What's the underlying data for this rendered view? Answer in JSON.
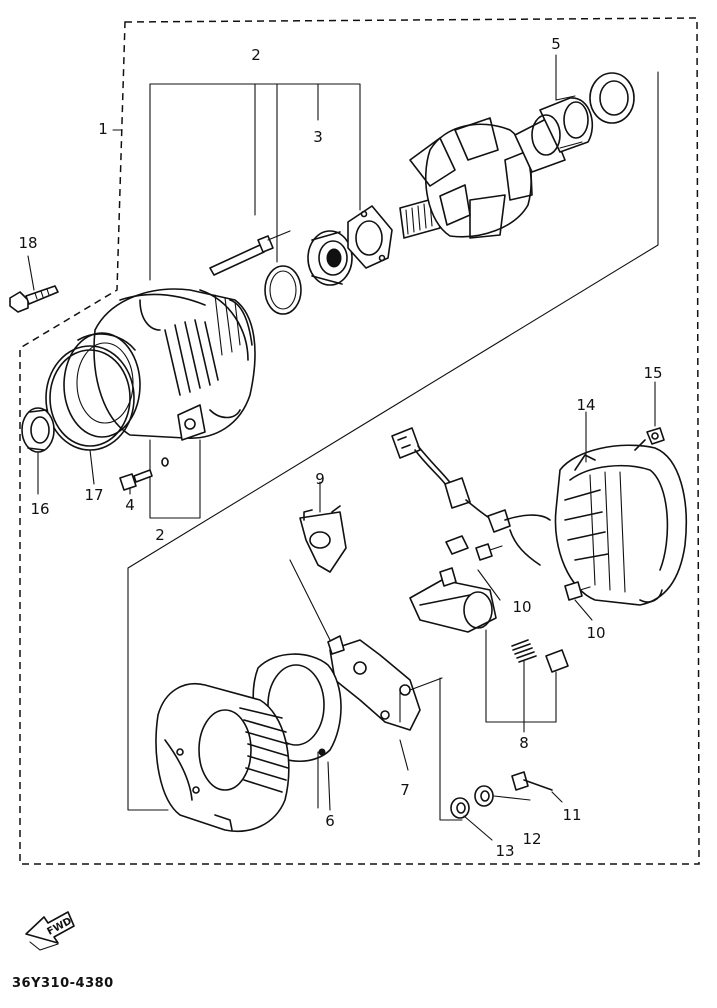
{
  "callouts": {
    "p1": "1",
    "p2a": "2",
    "p2b": "2",
    "p3": "3",
    "p4": "4",
    "p5": "5",
    "p6": "6",
    "p7": "7",
    "p8": "8",
    "p9": "9",
    "p10a": "10",
    "p10b": "10",
    "p11": "11",
    "p12": "12",
    "p13": "13",
    "p14": "14",
    "p15": "15",
    "p16": "16",
    "p17": "17",
    "p18": "18"
  },
  "fwd_label": "FWD",
  "drawing_code": "36Y310-4380",
  "icons": [
    "fwd-arrow-icon"
  ]
}
